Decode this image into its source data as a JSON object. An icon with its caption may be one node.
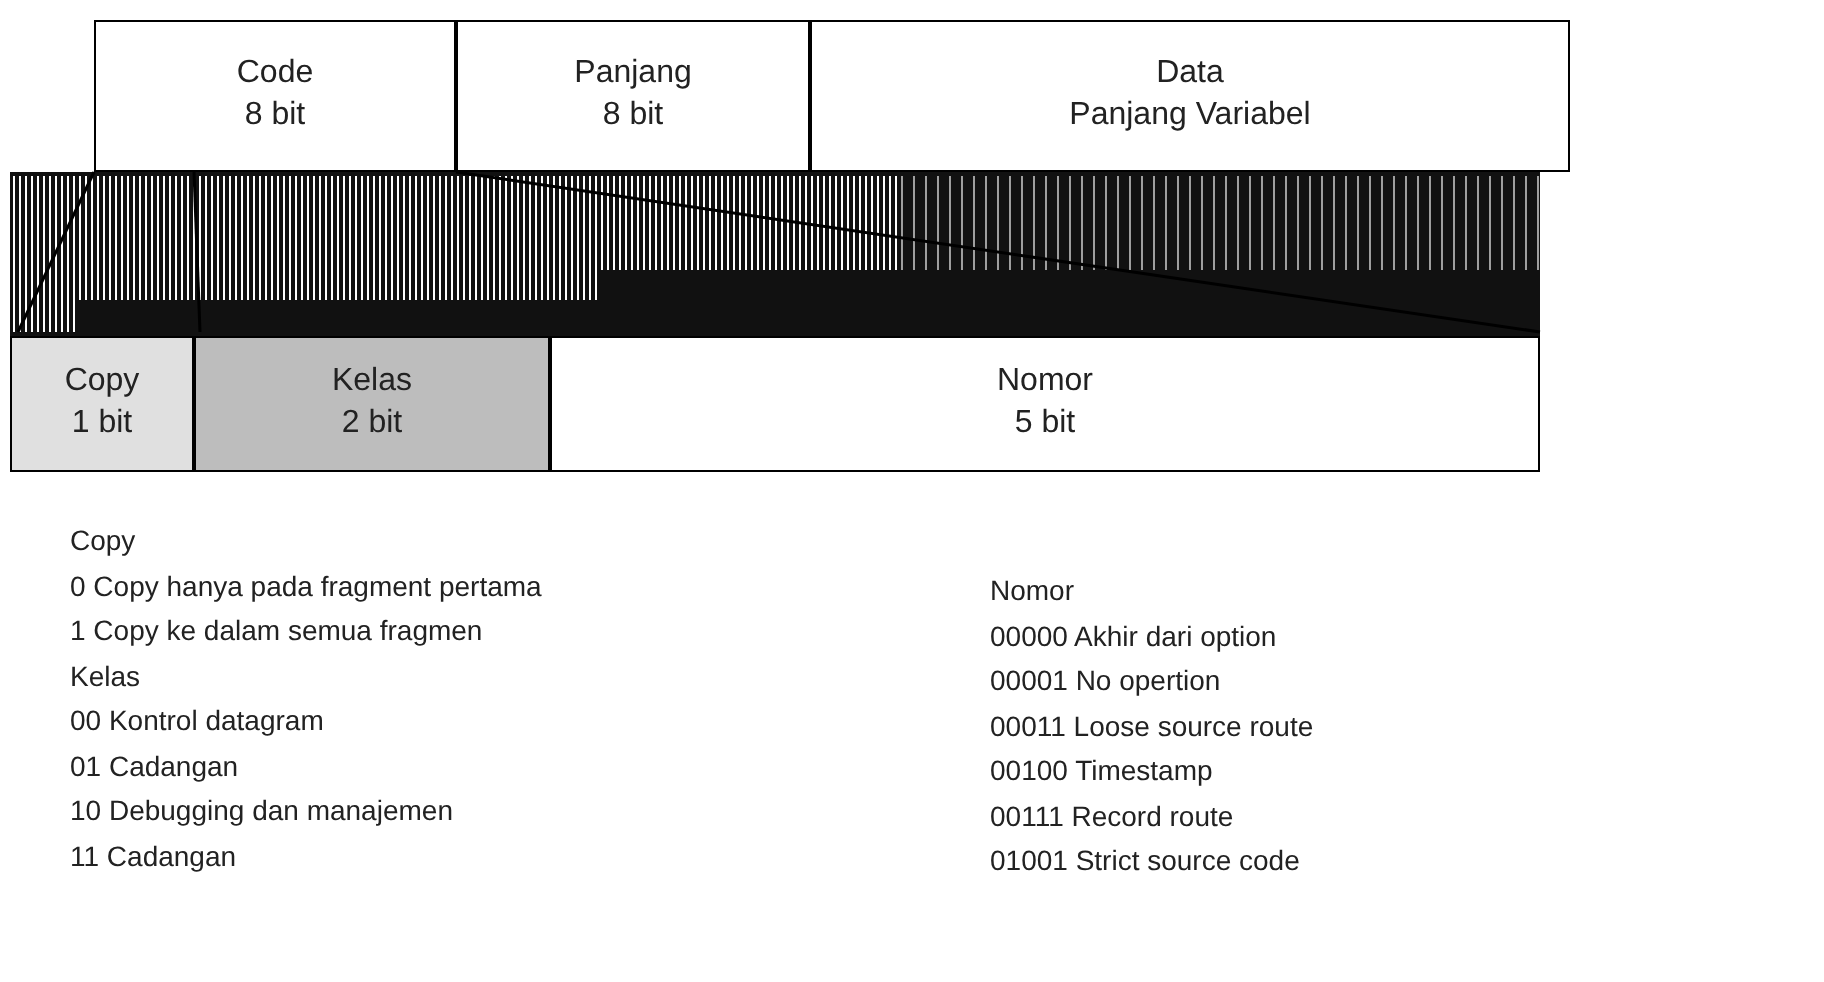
{
  "diagram": {
    "nodes": [
      {
        "text": [
          "Code",
          "8 bit"
        ]
      },
      {
        "text": [
          "Panjang",
          "8 bit"
        ]
      },
      {
        "text": [
          "Data",
          "Panjang Variabel"
        ]
      },
      {
        "text": [
          "Copy",
          "1 bit"
        ]
      },
      {
        "text": [
          "Kelas",
          "2 bit"
        ]
      },
      {
        "text": [
          "Nomor",
          "5 bit"
        ]
      }
    ],
    "edges": [],
    "labels": [
      "Copy",
      "0 Copy hanya pada fragment pertama",
      "1 Copy ke dalam semua fragmen",
      "Kelas",
      "00 Kontrol datagram",
      "01 Cadangan",
      "10 Debugging dan manajemen",
      "11 Cadangan",
      "Nomor",
      "00000 Akhir dari option",
      "00001 No opertion",
      "00011 Loose source route",
      "00100 Timestamp",
      "00111 Record route",
      "01001 Strict source code"
    ]
  }
}
